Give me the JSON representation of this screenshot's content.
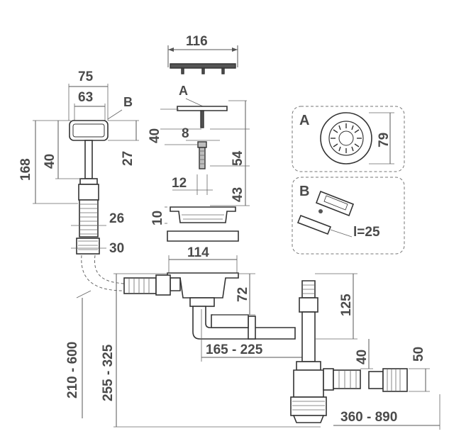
{
  "dimensions": {
    "top_width": "116",
    "overflow_width_outer": "75",
    "overflow_width_inner": "63",
    "overflow_height": "168",
    "overflow_head_height": "40",
    "overflow_head_depth": "27",
    "plug_height": "40",
    "stopper_pin": "8",
    "pin_length": "54",
    "screw_width": "12",
    "screw_length": "43",
    "strainer_height": "10",
    "hose_diameter": "26",
    "hose_end": "30",
    "drain_width": "114",
    "outlet_depth": "72",
    "trap_height": "125",
    "horizontal_span": "165 - 225",
    "hose_length": "210 - 600",
    "total_height": "255 - 325",
    "side_outlet": "40",
    "connector": "50",
    "total_length": "360 - 890"
  },
  "labels": {
    "part_a": "A",
    "part_b": "B",
    "inset_a": "A",
    "inset_a_dim": "79",
    "inset_b": "B",
    "inset_b_dim": "l=25"
  }
}
